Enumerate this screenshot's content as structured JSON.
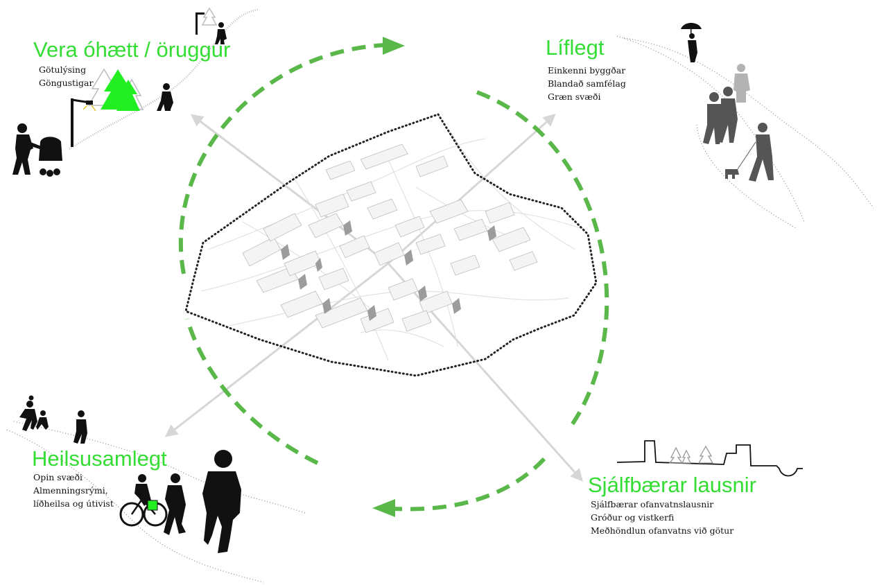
{
  "colors": {
    "accent_green": "#33dd33",
    "cycle_arrow_green": "#5ab84a",
    "radial_arrow_gray": "#d6d6d6",
    "outline_dotted": "#222222",
    "silhouette": "#111111",
    "silhouette_gray": "#777777",
    "tree_highlight": "#22ee22"
  },
  "icons": [
    "street-lamp-icon",
    "tree-icon",
    "pedestrian-icon",
    "stroller-icon",
    "umbrella-walker-icon",
    "dog-walker-icon",
    "soccer-player-icon",
    "runner-icon",
    "cyclist-icon",
    "skyline-section-icon"
  ],
  "sections": {
    "safe": {
      "title": "Vera óhætt / öruggur",
      "items": [
        "Götulýsing",
        "Göngustigar"
      ]
    },
    "lively": {
      "title": "Líflegt",
      "items": [
        "Einkenni byggðar",
        "Blandað samfélag",
        "Græn svæði"
      ]
    },
    "healthy": {
      "title": "Heilsusamlegt",
      "items": [
        "Opin svæði",
        "Almenningsrými,",
        "líðheilsa og útivist"
      ]
    },
    "sustainable": {
      "title": "Sjálfbærar lausnir",
      "items": [
        "Sjálfbærar ofanvatnslausnir",
        "Gróður og vistkerfi",
        "Meðhöndlun ofanvatns við götur"
      ]
    }
  }
}
